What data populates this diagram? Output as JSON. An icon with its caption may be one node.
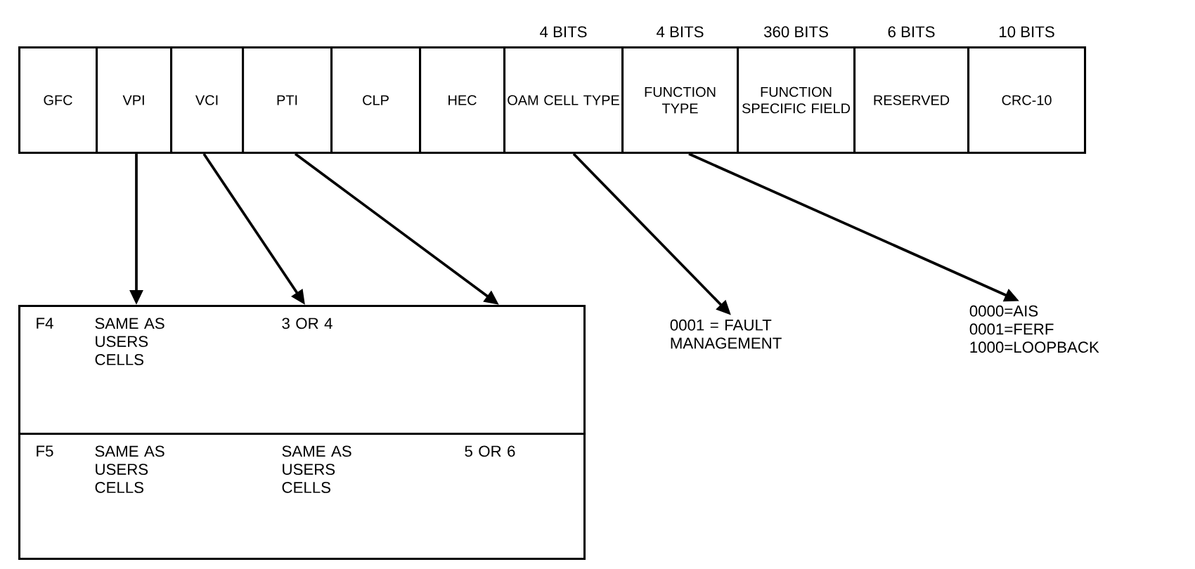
{
  "diagram": {
    "nodes": [
      {
        "text": [
          "GFC"
        ]
      },
      {
        "text": [
          "VPI"
        ]
      },
      {
        "text": [
          "VCI"
        ]
      },
      {
        "text": [
          "PTI"
        ]
      },
      {
        "text": [
          "CLP"
        ]
      },
      {
        "text": [
          "HEC"
        ]
      },
      {
        "text": [
          "OAM CELL TYPE"
        ],
        "beside": [
          "4 BITS"
        ]
      },
      {
        "text": [
          "FUNCTION TYPE"
        ],
        "beside": [
          "4 BITS"
        ]
      },
      {
        "text": [
          "FUNCTION SPECIFIC FIELD"
        ],
        "beside": [
          "360 BITS"
        ]
      },
      {
        "text": [
          "RESERVED"
        ],
        "beside": [
          "6 BITS"
        ]
      },
      {
        "text": [
          "CRC-10"
        ],
        "beside": [
          "10 BITS"
        ]
      },
      {
        "text": [
          "F4",
          "SAME AS USERS CELLS",
          "3 OR 4"
        ]
      },
      {
        "text": [
          "F5",
          "SAME AS USERS CELLS",
          "SAME AS USERS CELLS",
          "5 OR 6"
        ]
      },
      {
        "text": [
          "0001 = FAULT MANAGEMENT"
        ]
      },
      {
        "text": [
          "0000=AIS",
          "0001=FERF",
          "1000=LOOPBACK"
        ]
      }
    ],
    "edges": [
      {
        "from": 1,
        "to": 11,
        "arrow": "to"
      },
      {
        "from": 2,
        "to": 11,
        "arrow": "to"
      },
      {
        "from": 3,
        "to": 11,
        "arrow": "to"
      },
      {
        "from": 6,
        "to": 13,
        "arrow": "to"
      },
      {
        "from": 7,
        "to": 14,
        "arrow": "to"
      }
    ]
  }
}
